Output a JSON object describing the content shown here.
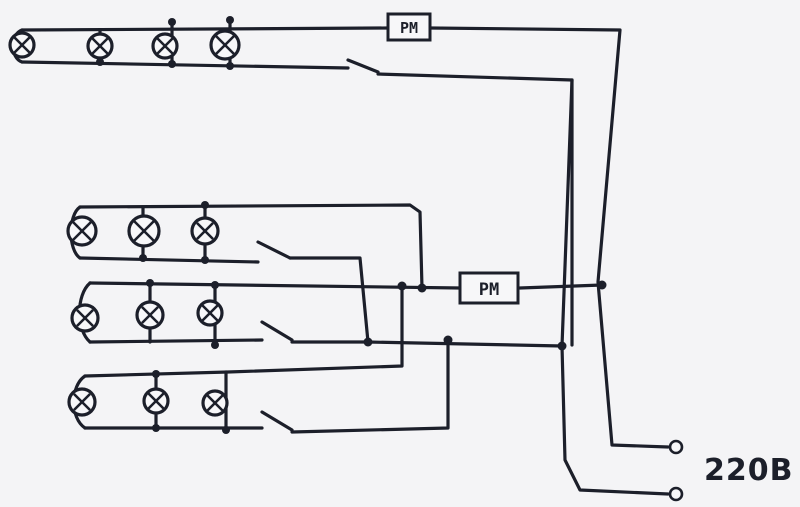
{
  "relays": [
    {
      "id": "relay-top",
      "label": "PM"
    },
    {
      "id": "relay-middle",
      "label": "PM"
    }
  ],
  "supply": {
    "label": "220B"
  },
  "groups": [
    {
      "id": "group-top",
      "lamps": 4
    },
    {
      "id": "group-2",
      "lamps": 3
    },
    {
      "id": "group-3",
      "lamps": 3
    },
    {
      "id": "group-4",
      "lamps": 3
    }
  ],
  "colors": {
    "ink": "#1c1f2a",
    "paper": "#f4f4f6"
  }
}
